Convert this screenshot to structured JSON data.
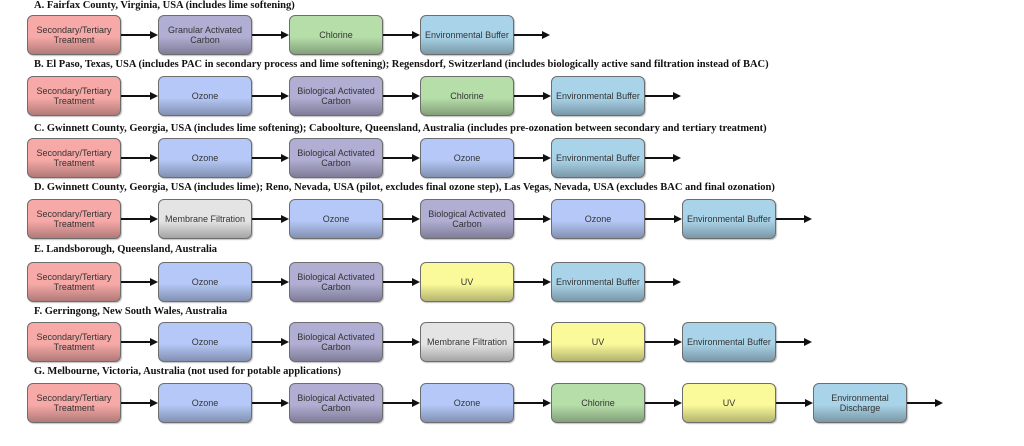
{
  "colors": {
    "secondary_tertiary": "#f6a9a6",
    "gac_bac": "#b0aed2",
    "ozone": "#b5c8f7",
    "chlorine": "#b6dea9",
    "environmental": "#a9d3e8",
    "membrane": "#e4e4e4",
    "uv": "#fafa9a",
    "arrow": "#111111"
  },
  "rows": [
    {
      "heading": "A. Fairfax County, Virginia, USA (includes lime softening)",
      "steps": [
        {
          "label": "Secondary/Tertiary Treatment",
          "kind": "secondary_tertiary"
        },
        {
          "label": "Granular Activated Carbon",
          "kind": "gac_bac"
        },
        {
          "label": "Chlorine",
          "kind": "chlorine"
        },
        {
          "label": "Environmental Buffer",
          "kind": "environmental"
        }
      ]
    },
    {
      "heading": "B. El Paso, Texas, USA (includes PAC in secondary process and lime softening); Regensdorf, Switzerland (includes biologically active sand filtration instead of BAC)",
      "steps": [
        {
          "label": "Secondary/Tertiary Treatment",
          "kind": "secondary_tertiary"
        },
        {
          "label": "Ozone",
          "kind": "ozone"
        },
        {
          "label": "Biological Activated Carbon",
          "kind": "gac_bac"
        },
        {
          "label": "Chlorine",
          "kind": "chlorine"
        },
        {
          "label": "Environmental Buffer",
          "kind": "environmental"
        }
      ]
    },
    {
      "heading": "C. Gwinnett County, Georgia, USA (includes lime softening); Caboolture, Queensland, Australia (includes pre-ozonation between secondary and tertiary treatment)",
      "steps": [
        {
          "label": "Secondary/Tertiary Treatment",
          "kind": "secondary_tertiary"
        },
        {
          "label": "Ozone",
          "kind": "ozone"
        },
        {
          "label": "Biological Activated Carbon",
          "kind": "gac_bac"
        },
        {
          "label": "Ozone",
          "kind": "ozone"
        },
        {
          "label": "Environmental Buffer",
          "kind": "environmental"
        }
      ]
    },
    {
      "heading": "D. Gwinnett County, Georgia, USA (includes lime); Reno, Nevada, USA (pilot, excludes final ozone step), Las Vegas, Nevada, USA (excludes BAC and final ozonation)",
      "steps": [
        {
          "label": "Secondary/Tertiary Treatment",
          "kind": "secondary_tertiary"
        },
        {
          "label": "Membrane Filtration",
          "kind": "membrane"
        },
        {
          "label": "Ozone",
          "kind": "ozone"
        },
        {
          "label": "Biological Activated Carbon",
          "kind": "gac_bac"
        },
        {
          "label": "Ozone",
          "kind": "ozone"
        },
        {
          "label": "Environmental Buffer",
          "kind": "environmental"
        }
      ]
    },
    {
      "heading": "E. Landsborough, Queensland, Australia",
      "steps": [
        {
          "label": "Secondary/Tertiary Treatment",
          "kind": "secondary_tertiary"
        },
        {
          "label": "Ozone",
          "kind": "ozone"
        },
        {
          "label": "Biological Activated Carbon",
          "kind": "gac_bac"
        },
        {
          "label": "UV",
          "kind": "uv"
        },
        {
          "label": "Environmental Buffer",
          "kind": "environmental"
        }
      ]
    },
    {
      "heading": "F. Gerringong, New South Wales, Australia",
      "steps": [
        {
          "label": "Secondary/Tertiary Treatment",
          "kind": "secondary_tertiary"
        },
        {
          "label": "Ozone",
          "kind": "ozone"
        },
        {
          "label": "Biological Activated Carbon",
          "kind": "gac_bac"
        },
        {
          "label": "Membrane Filtration",
          "kind": "membrane"
        },
        {
          "label": "UV",
          "kind": "uv"
        },
        {
          "label": "Environmental Buffer",
          "kind": "environmental"
        }
      ]
    },
    {
      "heading": "G. Melbourne, Victoria, Australia (not used for potable applications)",
      "steps": [
        {
          "label": "Secondary/Tertiary Treatment",
          "kind": "secondary_tertiary"
        },
        {
          "label": "Ozone",
          "kind": "ozone"
        },
        {
          "label": "Biological Activated Carbon",
          "kind": "gac_bac"
        },
        {
          "label": "Ozone",
          "kind": "ozone"
        },
        {
          "label": "Chlorine",
          "kind": "chlorine"
        },
        {
          "label": "UV",
          "kind": "uv"
        },
        {
          "label": "Environmental Discharge",
          "kind": "environmental"
        }
      ]
    }
  ]
}
